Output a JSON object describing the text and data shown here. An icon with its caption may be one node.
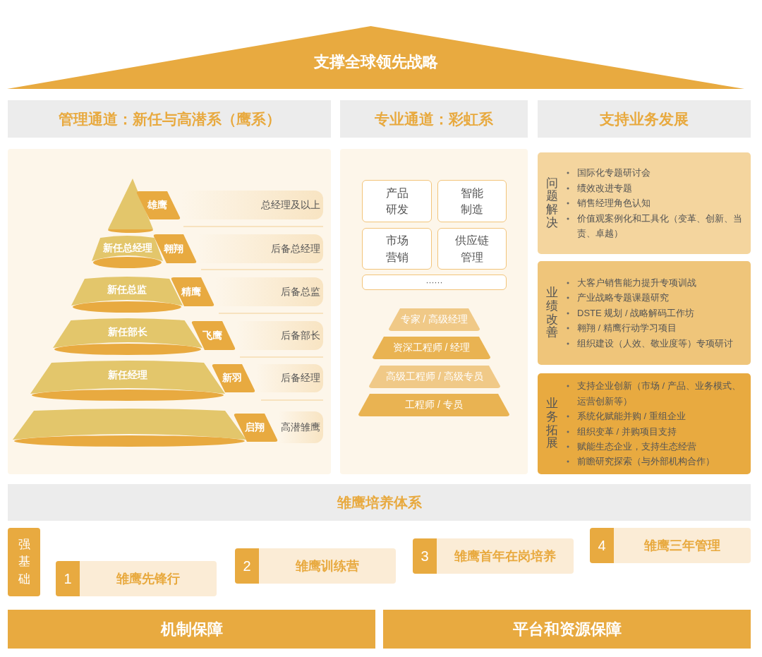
{
  "diagram": {
    "nodes": [
      {
        "text": [
          "支撑全球领先战略"
        ]
      },
      {
        "text": [
          "管理通道：新任与高潜系（鹰系）"
        ]
      },
      {
        "text": [
          "专业通道：彩虹系"
        ]
      },
      {
        "text": [
          "支持业务发展"
        ]
      },
      {
        "text": [],
        "shape": "box"
      },
      {
        "text": [],
        "shape": "cone",
        "in": 4
      },
      {
        "text": [
          "雄鹰"
        ],
        "in": 4
      },
      {
        "text": [
          "总经理及以上"
        ],
        "in": 4
      },
      {
        "text": [
          "新任总经理"
        ],
        "in": 4
      },
      {
        "text": [
          "翱翔"
        ],
        "in": 4
      },
      {
        "text": [
          "后备总经理"
        ],
        "in": 4
      },
      {
        "text": [
          "新任总监"
        ],
        "in": 4
      },
      {
        "text": [
          "精鹰"
        ],
        "in": 4
      },
      {
        "text": [
          "后备总监"
        ],
        "in": 4
      },
      {
        "text": [
          "新任部长"
        ],
        "in": 4
      },
      {
        "text": [
          "飞鹰"
        ],
        "in": 4
      },
      {
        "text": [
          "后备部长"
        ],
        "in": 4
      },
      {
        "text": [
          "新任经理"
        ],
        "in": 4
      },
      {
        "text": [
          "新羽"
        ],
        "in": 4
      },
      {
        "text": [
          "后备经理"
        ],
        "in": 4
      },
      {
        "text": [],
        "shape": "bar",
        "in": 4
      },
      {
        "text": [
          "启翔"
        ],
        "in": 4
      },
      {
        "text": [
          "高潜雏鹰"
        ],
        "in": 4
      },
      {
        "text": [],
        "shape": "box"
      },
      {
        "text": [
          "产品研发"
        ],
        "in": 23
      },
      {
        "text": [
          "智能制造"
        ],
        "in": 23
      },
      {
        "text": [
          "市场营销"
        ],
        "in": 23
      },
      {
        "text": [
          "供应链管理"
        ],
        "in": 23
      },
      {
        "text": [
          "······"
        ],
        "in": 23
      },
      {
        "text": [
          "专家 / 高级经理"
        ],
        "in": 23
      },
      {
        "text": [
          "资深工程师 / 经理"
        ],
        "in": 23
      },
      {
        "text": [
          "高级工程师 / 高级专员"
        ],
        "in": 23
      },
      {
        "text": [
          "工程师 / 专员"
        ],
        "in": 23
      },
      {
        "text": [
          "问题解决",
          "国际化专题研讨会",
          "绩效改进专题",
          "销售经理角色认知",
          "价值观案例化和工具化（变革、创新、当责、卓越）"
        ]
      },
      {
        "text": [
          "业绩改善",
          "大客户销售能力提升专项训战",
          "产业战略专题课题研究",
          "DSTE 规划 / 战略解码工作坊",
          "翱翔 / 精鹰行动学习项目",
          "组织建设（人效、敬业度等）专项研讨"
        ]
      },
      {
        "text": [
          "业务拓展",
          "支持企业创新（市场 / 产品、业务模式、运营创新等）",
          "系统化赋能并购 / 重组企业",
          "组织变革 / 并购项目支持",
          "赋能生态企业，支持生态经营",
          "前瞻研究探索（与外部机构合作）"
        ]
      },
      {
        "text": [
          "雏鹰培养体系"
        ]
      },
      {
        "text": [
          "强基础"
        ]
      },
      {
        "text": [
          "1",
          "雏鹰先锋行"
        ]
      },
      {
        "text": [
          "2",
          "雏鹰训练营"
        ]
      },
      {
        "text": [
          "3",
          "雏鹰首年在岗培养"
        ]
      },
      {
        "text": [
          "4",
          "雏鹰三年管理"
        ]
      },
      {
        "text": [
          "机制保障"
        ]
      },
      {
        "text": [
          "平台和资源保障"
        ]
      }
    ],
    "edges": []
  }
}
